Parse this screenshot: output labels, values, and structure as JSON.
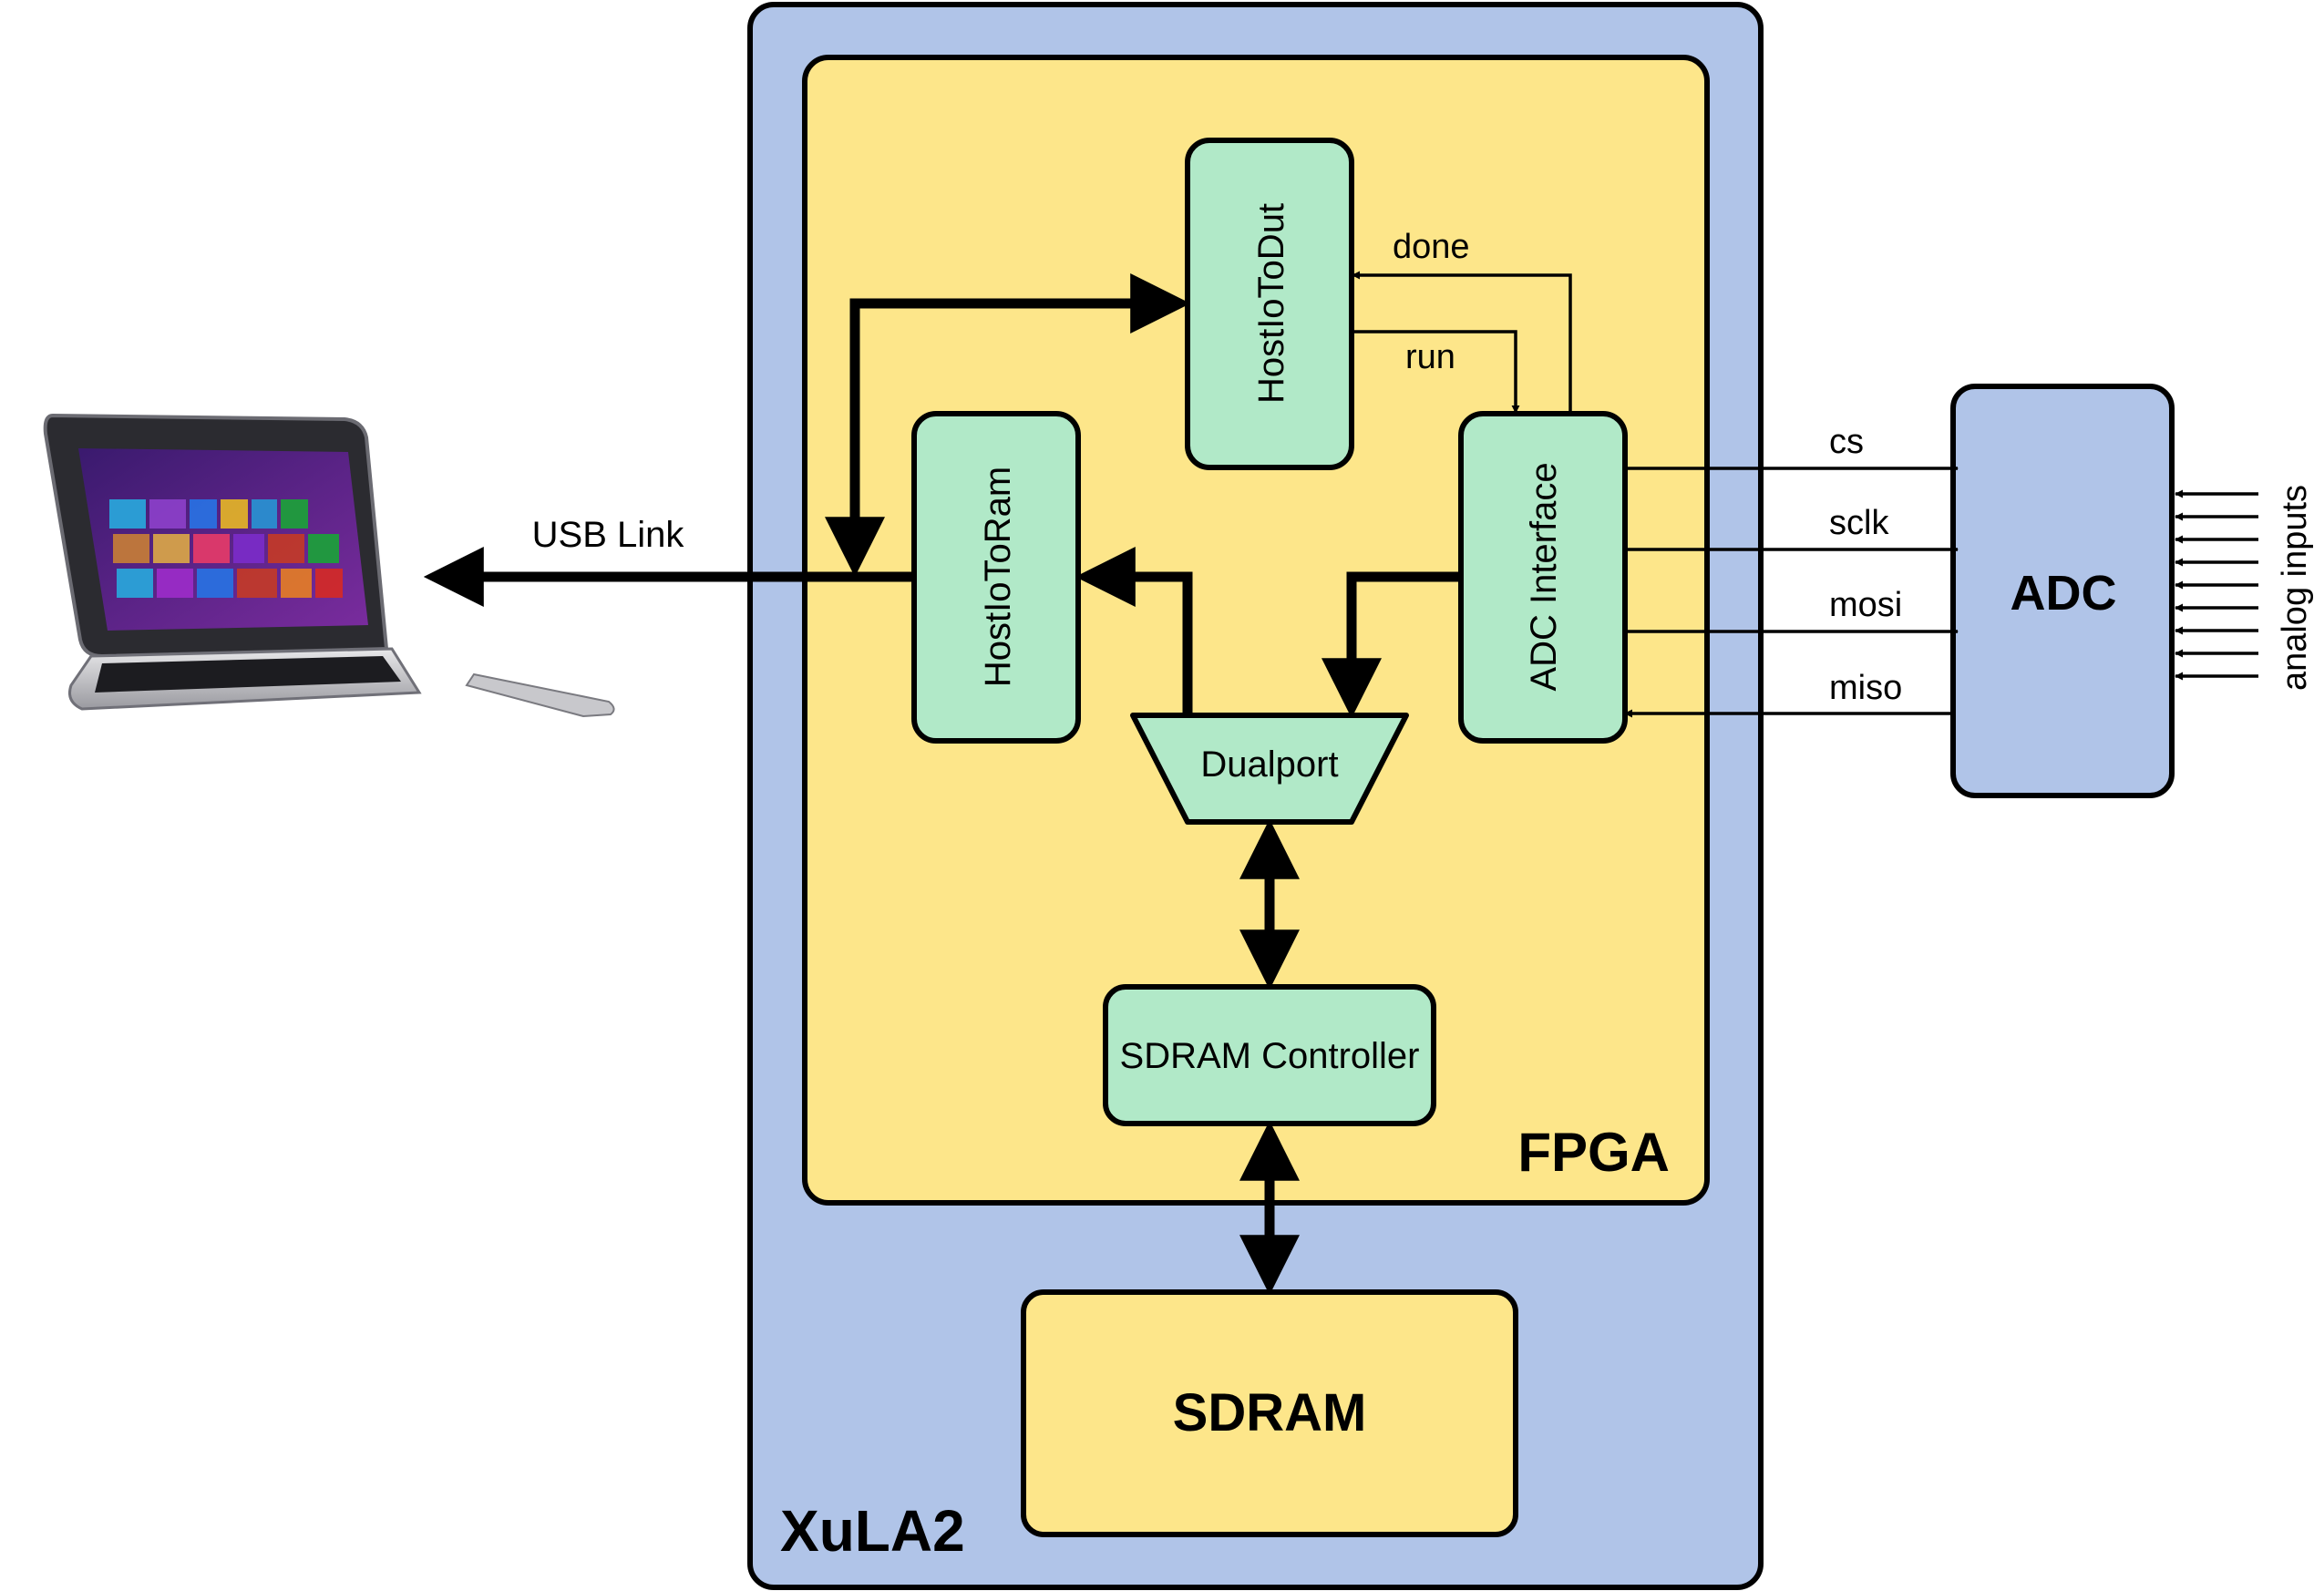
{
  "boards": {
    "xula2": "XuLA2",
    "fpga": "FPGA"
  },
  "blocks": {
    "host_io_to_dut": "HostIoToDut",
    "host_io_to_ram": "HostIoToRam",
    "adc_interface": "ADC Interface",
    "dualport": "Dualport",
    "sdram_controller": "SDRAM Controller",
    "sdram": "SDRAM",
    "adc": "ADC"
  },
  "signals": {
    "done": "done",
    "run": "run",
    "cs": "cs",
    "sclk": "sclk",
    "mosi": "mosi",
    "miso": "miso",
    "usb_link": "USB Link",
    "analog_inputs": "analog inputs"
  },
  "colors": {
    "board_blue": "#b0c4e8",
    "fpga_yellow": "#fde68a",
    "block_green": "#b1e9c8",
    "outline": "#000000"
  },
  "icons": {
    "host_computer": "laptop-icon"
  }
}
